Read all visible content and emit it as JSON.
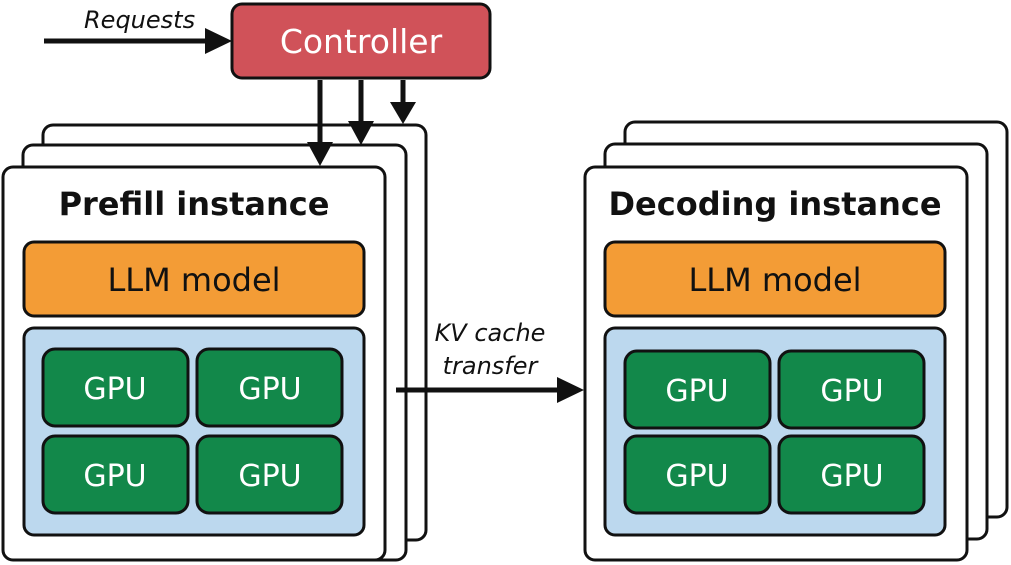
{
  "labels": {
    "requests": "Requests",
    "controller": "Controller",
    "kv_transfer_line1": "KV cache",
    "kv_transfer_line2": "transfer"
  },
  "prefill": {
    "title": "Prefill instance",
    "model": "LLM model",
    "gpus": [
      "GPU",
      "GPU",
      "GPU",
      "GPU"
    ]
  },
  "decoding": {
    "title": "Decoding instance",
    "model": "LLM model",
    "gpus": [
      "GPU",
      "GPU",
      "GPU",
      "GPU"
    ]
  },
  "colors": {
    "controller": "#d05259",
    "model": "#f39c36",
    "gpu_panel": "#bcd8ee",
    "gpu": "#12884a",
    "border": "#111111"
  }
}
